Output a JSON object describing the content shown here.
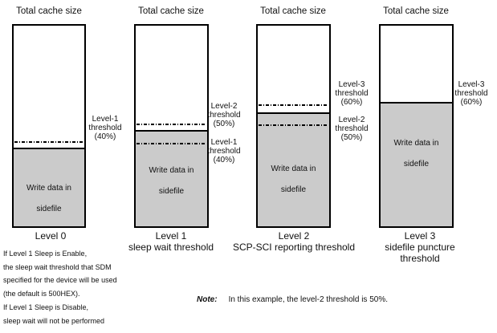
{
  "figure": {
    "bars": [
      {
        "title": "Total cache size",
        "fill_line1": "Write data in",
        "fill_line2": "sidefile",
        "caption_level": "Level 0",
        "caption_sub": ""
      },
      {
        "title": "Total cache size",
        "fill_line1": "Write data in",
        "fill_line2": "sidefile",
        "caption_level": "Level 1",
        "caption_sub": "sleep wait threshold"
      },
      {
        "title": "Total cache size",
        "fill_line1": "Write data in",
        "fill_line2": "sidefile",
        "caption_level": "Level 2",
        "caption_sub": "SCP-SCI reporting threshold"
      },
      {
        "title": "Total cache size",
        "fill_line1": "Write data in",
        "fill_line2": "sidefile",
        "caption_level": "Level 3",
        "caption_sub": "sidefile puncture threshold"
      }
    ],
    "threshold_labels": [
      {
        "line1": "Level-1",
        "line2": "threshold",
        "line3": "(40%)"
      },
      {
        "line1": "Level-2",
        "line2": "threshold",
        "line3": "(50%)"
      },
      {
        "line1": "Level-1",
        "line2": "threshold",
        "line3": "(40%)"
      },
      {
        "line1": "Level-3",
        "line2": "threshold",
        "line3": "(60%)"
      },
      {
        "line1": "Level-2",
        "line2": "threshold",
        "line3": "(50%)"
      },
      {
        "line1": "Level-3",
        "line2": "threshold",
        "line3": "(60%)"
      }
    ],
    "footnote_lines": [
      "If Level 1 Sleep is Enable,",
      "the sleep wait threshold that SDM",
      "specified for the device will be used",
      "(the default is 500HEX).",
      "If Level 1 Sleep is Disable,",
      "sleep wait will not be performed"
    ],
    "note": {
      "label": "Note:",
      "text": "In this example, the level-2 threshold is 50%."
    },
    "colors": {
      "sidefile_fill": "#cbcbcb",
      "line": "#000000"
    }
  }
}
